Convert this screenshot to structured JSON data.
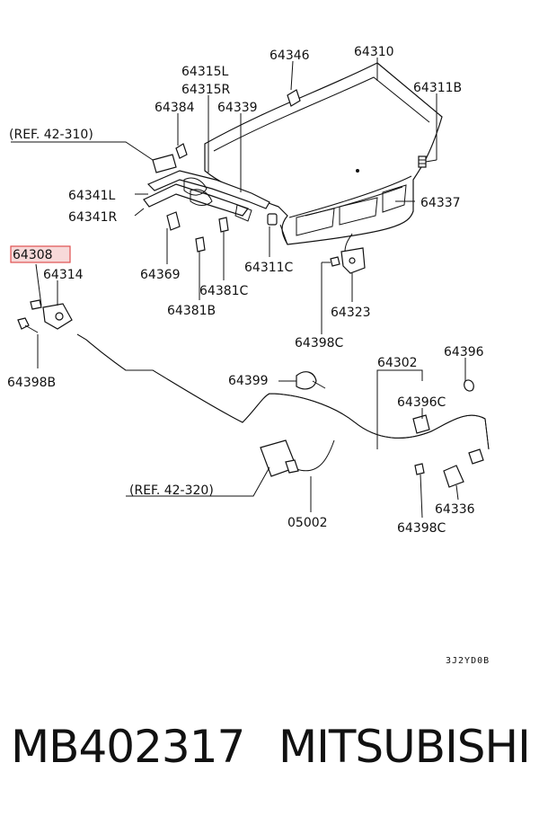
{
  "diagram": {
    "labels": {
      "p64346": "64346",
      "p64310": "64310",
      "p64315l": "64315L",
      "p64315r": "64315R",
      "p64311b": "64311B",
      "p64384": "64384",
      "p64339": "64339",
      "ref42310": "(REF. 42-310)",
      "p64341l": "64341L",
      "p64341r": "64341R",
      "p64337": "64337",
      "p64308": "64308",
      "p64314": "64314",
      "p64369": "64369",
      "p64311c": "64311C",
      "p64381c": "64381C",
      "p64381b": "64381B",
      "p64323": "64323",
      "p64398b": "64398B",
      "p64398c_a": "64398C",
      "p64396": "64396",
      "p64399": "64399",
      "p64302": "64302",
      "p64396c": "64396C",
      "ref42320": "(REF. 42-320)",
      "p64336": "64336",
      "p05002": "05002",
      "p64398c_b": "64398C",
      "drawing_code": "3J2YD0B"
    },
    "highlight_color": "#e05050"
  },
  "footer": {
    "part_number": "MB402317",
    "brand": "MITSUBISHI"
  }
}
